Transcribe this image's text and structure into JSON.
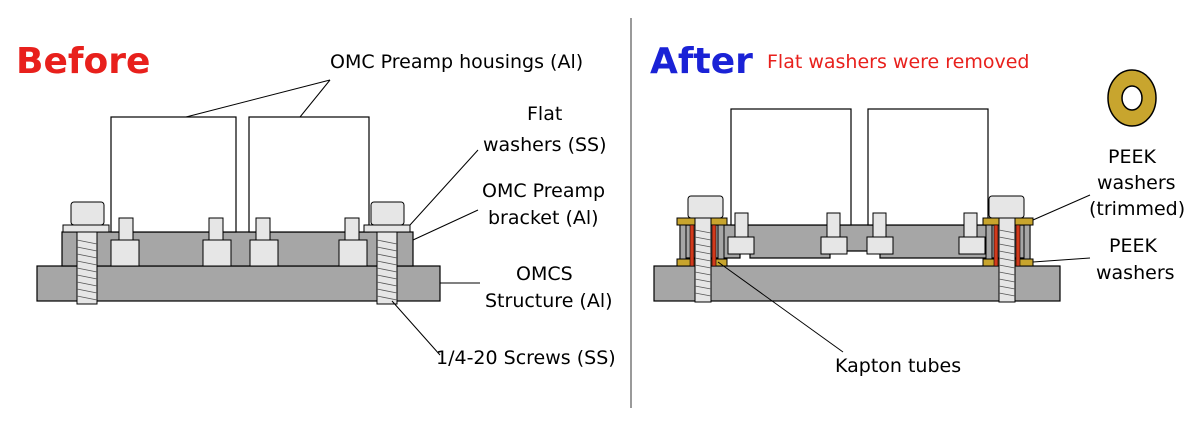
{
  "before": {
    "title": "Before",
    "labels": {
      "housings": "OMC Preamp housings (Al)",
      "flat_washers_1": "Flat",
      "flat_washers_2": "washers (SS)",
      "bracket_1": "OMC Preamp",
      "bracket_2": "bracket (Al)",
      "structure_1": "OMCS",
      "structure_2": "Structure (Al)",
      "screws": "1/4-20 Screws (SS)"
    }
  },
  "after": {
    "title": "After",
    "note": "Flat washers were removed",
    "labels": {
      "peek_trimmed_1": "PEEK",
      "peek_trimmed_2": "washers",
      "peek_trimmed_3": "(trimmed)",
      "peek_1": "PEEK",
      "peek_2": "washers",
      "kapton": "Kapton tubes"
    }
  },
  "colors": {
    "before_title": "#e8201c",
    "after_title": "#1a22d6",
    "note": "#e8201c",
    "metal": "#a6a6a6",
    "screw": "#e6e6e6",
    "peek": "#c8a52e",
    "kapton": "#d23a1c",
    "divider": "#9a9a9a"
  },
  "icons": {
    "washer": "washer-icon"
  }
}
